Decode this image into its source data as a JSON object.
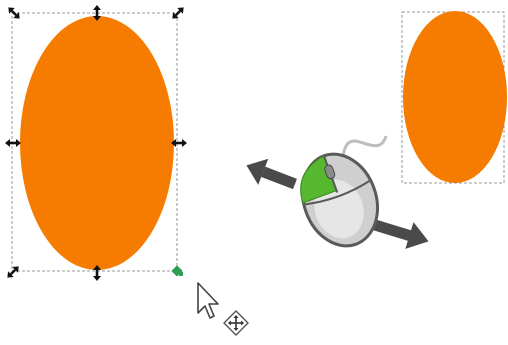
{
  "canvas": {
    "background": "#ffffff",
    "fill_color": "#f57c00",
    "bbox_line_color": "#9a9a9a",
    "handle_color": "#111111",
    "snap_handle_color": "#2e9e52"
  },
  "objects": [
    {
      "name": "orange-ellipse-selected",
      "shape": "ellipse",
      "selected": true
    },
    {
      "name": "orange-ellipse-copy",
      "shape": "ellipse",
      "selected": false
    }
  ],
  "icons": {
    "selection_handle": "scale-arrow-icon",
    "snap_handle": "snap-node-icon",
    "pointer": "arrow-cursor-icon",
    "move": "move-cursor-icon",
    "mouse": "mouse-drag-icon",
    "mouse_button_highlight": "#55b82e",
    "drag_arrow_color": "#4a4a4a"
  }
}
